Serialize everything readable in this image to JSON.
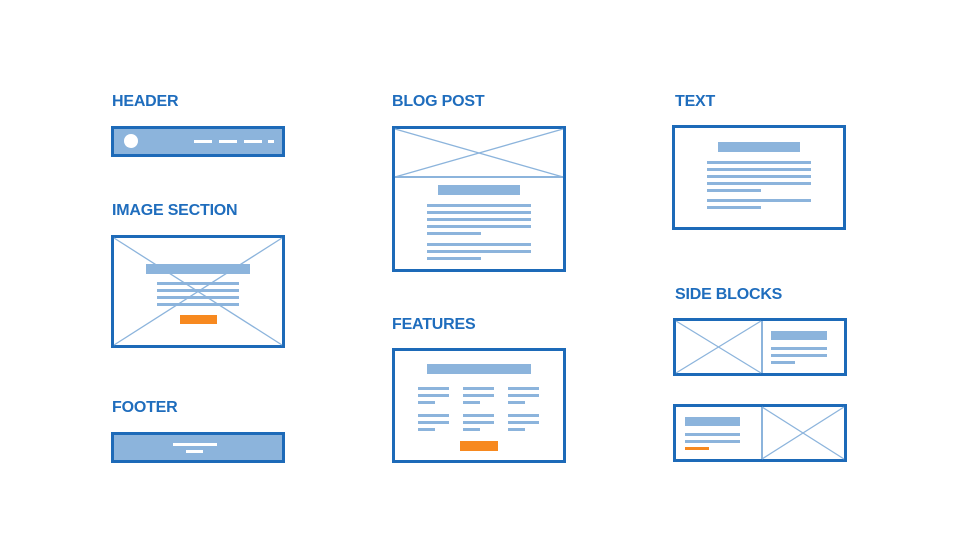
{
  "colors": {
    "primary": "#1d6ab8",
    "title": "#1f6dbd",
    "light": "#8cb4dc",
    "accent": "#f7891f",
    "background": "#ffffff"
  },
  "blocks": {
    "header": {
      "label": "HEADER",
      "icon": "logo-circle",
      "nav_items": 4
    },
    "image_section": {
      "label": "IMAGE SECTION",
      "text_lines": 4,
      "has_button": true
    },
    "footer": {
      "label": "FOOTER",
      "text_lines": 2
    },
    "blog_post": {
      "label": "BLOG POST",
      "paragraphs": [
        5,
        3
      ]
    },
    "features": {
      "label": "FEATURES",
      "columns": 3,
      "rows": 2,
      "has_button": true
    },
    "text": {
      "label": "TEXT",
      "paragraphs": [
        5,
        2
      ]
    },
    "side_blocks": {
      "label": "SIDE BLOCKS",
      "variants": [
        "image-left",
        "image-right"
      ]
    }
  }
}
